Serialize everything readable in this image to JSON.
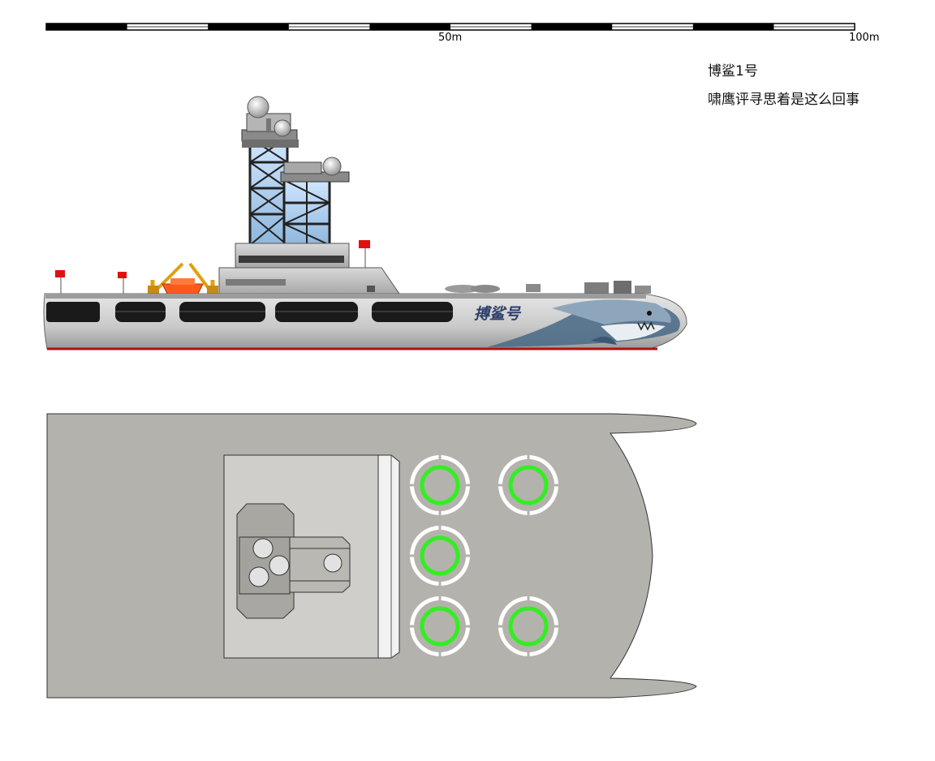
{
  "scale_bar": {
    "mid_label": "50m",
    "end_label": "100m"
  },
  "captions": {
    "ship_name": "博鲨1号",
    "subtitle": "啸鹰评寻思着是这么回事"
  },
  "side_view": {
    "hull_lettering": "搏鲨号"
  },
  "colors": {
    "hull": "#b4b2ac",
    "deck": "#cfcecb",
    "launcher_ring": "#33ee22",
    "flag": "#e01010",
    "crane": "#e0a010",
    "lifeboat": "#ff5a1a"
  },
  "top_view": {
    "launchers": [
      {
        "name": "launcher-1"
      },
      {
        "name": "launcher-2"
      },
      {
        "name": "launcher-3"
      },
      {
        "name": "launcher-4"
      },
      {
        "name": "launcher-5"
      }
    ]
  }
}
